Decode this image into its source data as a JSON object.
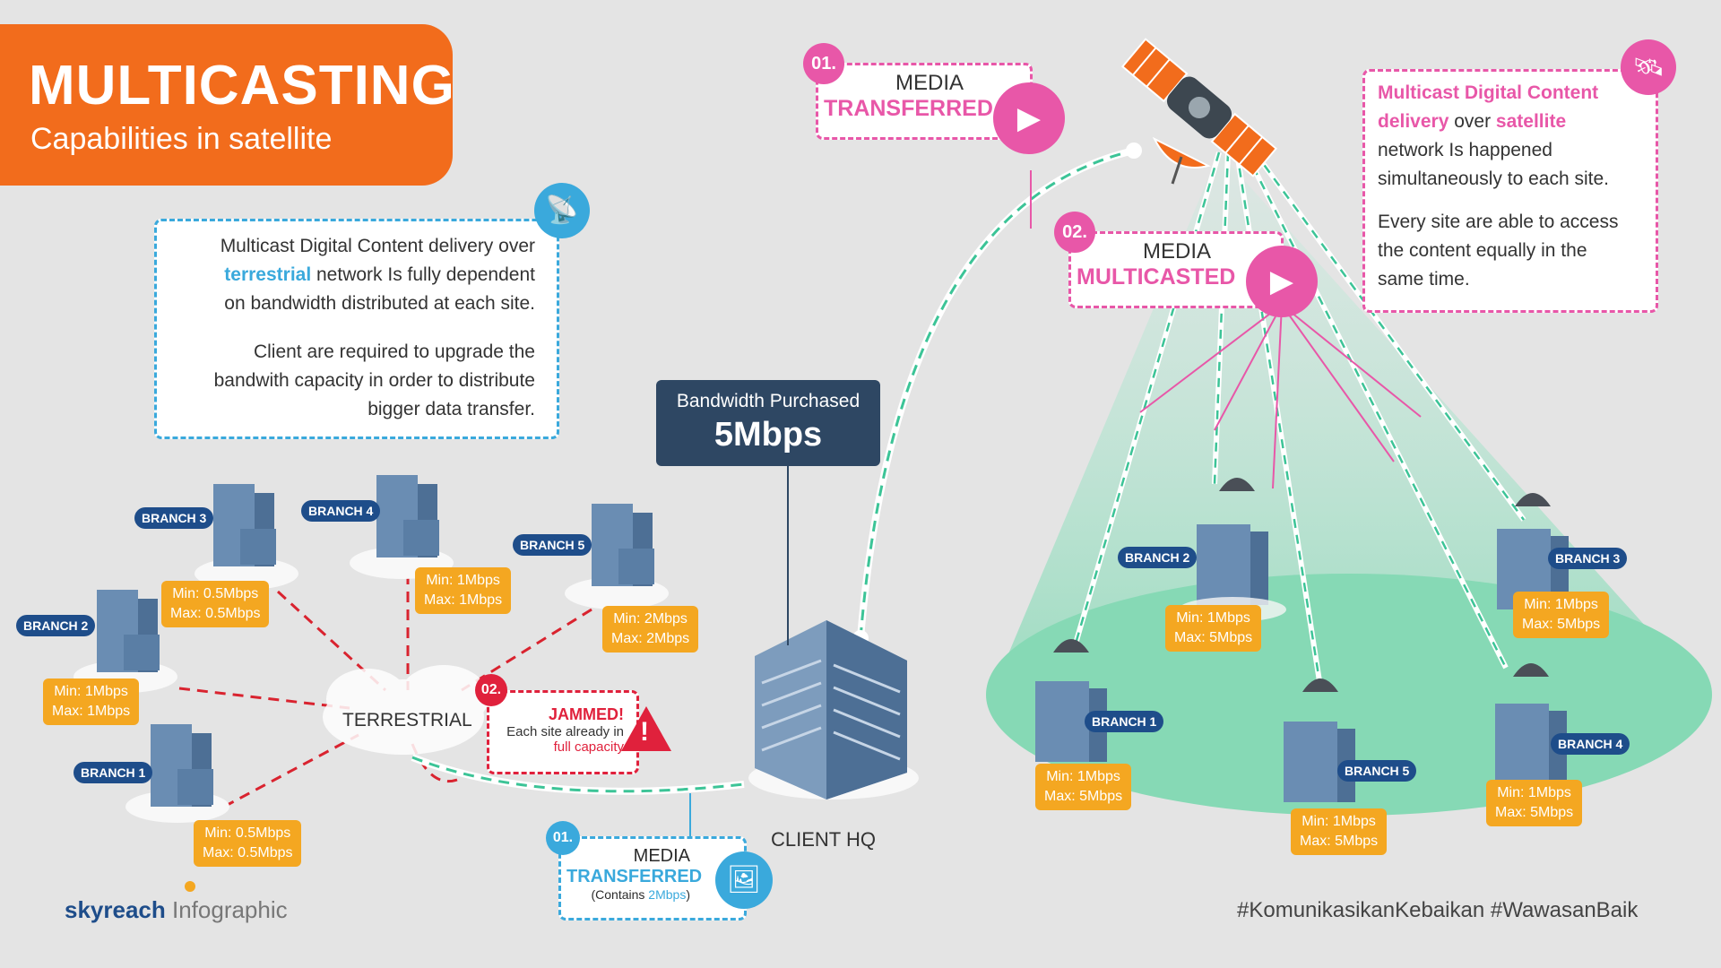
{
  "title": {
    "main": "MULTICASTING",
    "sub": "Capabilities in satellite"
  },
  "terrestrial_box": {
    "line1a": "Multicast Digital Content delivery over",
    "line2_accent": "terrestrial",
    "line2b": " network Is fully dependent",
    "line3": "on bandwidth distributed at each site.",
    "para2_l1": "Client are required to upgrade the",
    "para2_l2": "bandwith capacity in order to distribute",
    "para2_l3": "bigger data transfer."
  },
  "satellite_box": {
    "l1": "Multicast Digital Content",
    "l2a": "delivery",
    "l2b": " over ",
    "l2c": "satellite",
    "l3": "network Is happened",
    "l4": "simultaneously to each site.",
    "p2l1": "Every site are able to access",
    "p2l2": "the content equally in the",
    "p2l3": "same time."
  },
  "bandwidth": {
    "label": "Bandwidth Purchased",
    "value": "5Mbps"
  },
  "left_network": {
    "center_label": "TERRESTRIAL",
    "hq_label": "CLIENT HQ",
    "branches": [
      {
        "name": "BRANCH 3",
        "min": "Min: 0.5Mbps",
        "max": "Max: 0.5Mbps"
      },
      {
        "name": "BRANCH 4",
        "min": "Min: 1Mbps",
        "max": "Max: 1Mbps"
      },
      {
        "name": "BRANCH 5",
        "min": "Min: 2Mbps",
        "max": "Max: 2Mbps"
      },
      {
        "name": "BRANCH 2",
        "min": "Min: 1Mbps",
        "max": "Max: 1Mbps"
      },
      {
        "name": "BRANCH 1",
        "min": "Min: 0.5Mbps",
        "max": "Max: 0.5Mbps"
      }
    ],
    "jammed": {
      "num": "02.",
      "title": "JAMMED!",
      "l1": "Each site already in",
      "l2": "full capacity"
    },
    "media": {
      "num": "01.",
      "title": "MEDIA",
      "accent": "TRANSFERRED",
      "note_a": "(Contains ",
      "note_b": "2Mbps",
      "note_c": ")"
    }
  },
  "right_network": {
    "media1": {
      "num": "01.",
      "title": "MEDIA",
      "accent": "TRANSFERRED"
    },
    "media2": {
      "num": "02.",
      "title": "MEDIA",
      "accent": "MULTICASTED"
    },
    "branches": [
      {
        "name": "BRANCH 2",
        "min": "Min: 1Mbps",
        "max": "Max: 5Mbps"
      },
      {
        "name": "BRANCH 3",
        "min": "Min: 1Mbps",
        "max": "Max: 5Mbps"
      },
      {
        "name": "BRANCH 1",
        "min": "Min: 1Mbps",
        "max": "Max: 5Mbps"
      },
      {
        "name": "BRANCH 5",
        "min": "Min: 1Mbps",
        "max": "Max: 5Mbps"
      },
      {
        "name": "BRANCH 4",
        "min": "Min: 1Mbps",
        "max": "Max: 5Mbps"
      }
    ]
  },
  "footer": {
    "brand": "skyreach",
    "brand_suffix": " Infographic",
    "hashtags": "#KomunikasikanKebaikan #WawasanBaik"
  },
  "colors": {
    "orange": "#f26c1c",
    "blue": "#3aa9dc",
    "navy": "#2e4763",
    "pink": "#e857a8",
    "red": "#e0213c",
    "green": "#7fd9b0",
    "amber": "#f4a721"
  }
}
